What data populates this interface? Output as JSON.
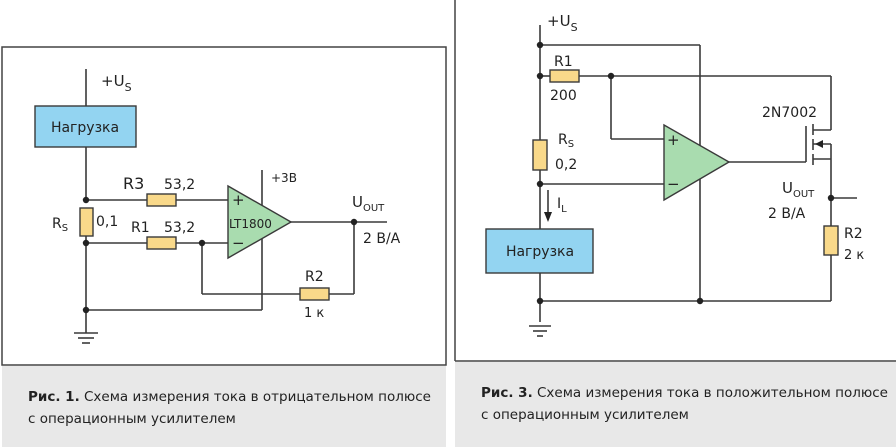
{
  "colors": {
    "wire": "#3a3a3a",
    "load_fill": "#93d4f1",
    "resistor_fill": "#f9d98a",
    "opamp_fill": "#a9dcaf",
    "caption_bg": "#e8e8e8"
  },
  "figure1": {
    "supply_label": "+U",
    "supply_sub": "S",
    "load_label": "Нагрузка",
    "rs_label": "R",
    "rs_sub": "S",
    "rs_value": "0,1",
    "r3_label": "R3",
    "r3_value": "53,2",
    "r1_label": "R1",
    "r1_value": "53,2",
    "opamp_label": "LT1800",
    "opamp_plus": "+",
    "opamp_minus": "−",
    "opamp_supply": "+3В",
    "out_label": "U",
    "out_sub": "OUT",
    "gain_label": "2 В/А",
    "r2_label": "R2",
    "r2_value": "1 к",
    "caption_bold": "Рис. 1.",
    "caption_text": " Схема измерения тока в отрицательном полюсе",
    "caption_line2": "с операционным усилителем"
  },
  "figure3": {
    "supply_label": "+U",
    "supply_sub": "S",
    "r1_label": "R1",
    "r1_value": "200",
    "rs_label": "R",
    "rs_sub": "S",
    "rs_value": "0,2",
    "current_label": "I",
    "current_sub": "L",
    "load_label": "Нагрузка",
    "opamp_plus": "+",
    "opamp_minus": "−",
    "mosfet_label": "2N7002",
    "out_label": "U",
    "out_sub": "OUT",
    "gain_label": "2 В/А",
    "r2_label": "R2",
    "r2_value": "2 к",
    "caption_bold": "Рис. 3.",
    "caption_text": " Схема измерения тока в положительном полюсе",
    "caption_line2": "с операционным усилителем"
  }
}
